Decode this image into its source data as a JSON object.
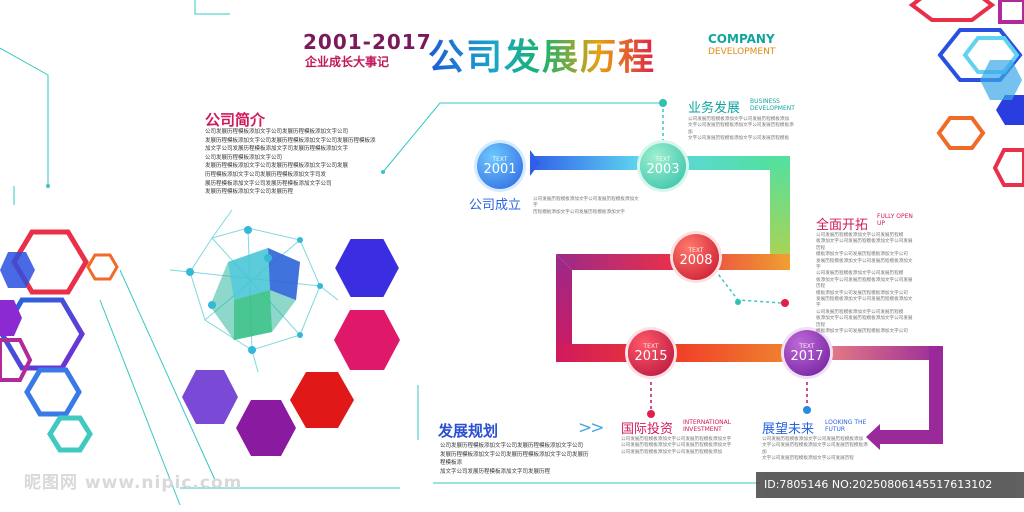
{
  "header": {
    "years": "2001-2017",
    "subtitle": "企业成长大事记",
    "title": "公司发展历程",
    "en_line1": "COMPANY",
    "en_line2": "DEVELOPMENT"
  },
  "intro": {
    "title": "公司简介",
    "lines": [
      "公司发展历程模板添加文字公司发展历程模板添加文字公司",
      "发展历程模板添加文字公司发展历程模板添加文字公司发展历程模板添",
      "加文字公司发展历程模板添加文字司发展历程模板添加文字",
      "公司发展历程模板添加文字公司",
      "发展历程模板添加文字公司发展历程模板添加文字公司发展",
      "历程模板添加文字公司发展历程模板添加文字司发",
      "展历程模板添加文字公司发展历程模板添加文字公司",
      "发展历程模板添加文字公司发展历程"
    ]
  },
  "plan": {
    "title": "发展规划",
    "lines": [
      "公司发展历程模板添加文字公司发展历程模板添加文字公司",
      "发展历程模板添加文字公司发展历程模板添加文字公司发展历程模板添",
      "加文字公司发展历程模板添加文字司发展历程"
    ]
  },
  "milestones": [
    {
      "year": "2001",
      "tag": "TEXT",
      "label": "公司成立",
      "en": "",
      "desc": [
        "公司发展历程模板添加文字公司发展历程模板添加文字",
        "历程模板添加文字公司发展历程模板添加文字"
      ]
    },
    {
      "year": "2003",
      "tag": "TEXT",
      "label": "业务发展",
      "en": "BUSINESS DEVELOPMENT",
      "desc": [
        "公司发展历程模板添加文字公司发展历程模板添加",
        "文字公司发展历程模板添加文字公司发展历程模板添加",
        "文字公司发展历程模板添加文字公司发展历程模板"
      ]
    },
    {
      "year": "2008",
      "tag": "TEXT",
      "label": "全面开拓",
      "en": "FULLY OPEN UP",
      "desc": [
        "公司发展历程模板添加文字公司发展历程模",
        "板添加文字公司发展历程模板添加文字公司发展历程",
        "模板添加文字公司发展历程模板添加文字公司",
        "发展历程模板添加文字公司发展历程模板添加文字"
      ]
    },
    {
      "year": "2015",
      "tag": "TEXT",
      "label": "国际投资",
      "en": "INTERNATIONAL INVESTMENT",
      "desc": [
        "公司发展历程模板添加文字公司发展历程模板添加文字",
        "公司发展历程模板添加文字公司发展历程模板添加文字",
        "公司发展历程模板添加文字公司发展历程模板添加"
      ]
    },
    {
      "year": "2017",
      "tag": "TEXT",
      "label": "展望未来",
      "en": "LOOKING THE FUTUR",
      "desc": [
        "公司发展历程模板添加文字公司发展历程模板添加",
        "文字公司发展历程模板添加文字公司发展历程模板添加",
        "文字公司发展历程模板添加文字公司发展历程"
      ]
    }
  ],
  "plan_arrow": ">>",
  "watermark": "昵图网 www.nipic.com",
  "image_id": "ID:7805146 NO:20250806145517613102",
  "colors": {
    "pink": "#d0195e",
    "blue": "#2a4fd0",
    "teal": "#12a5a0",
    "red": "#e0204a",
    "purple": "#7a1a8a"
  }
}
